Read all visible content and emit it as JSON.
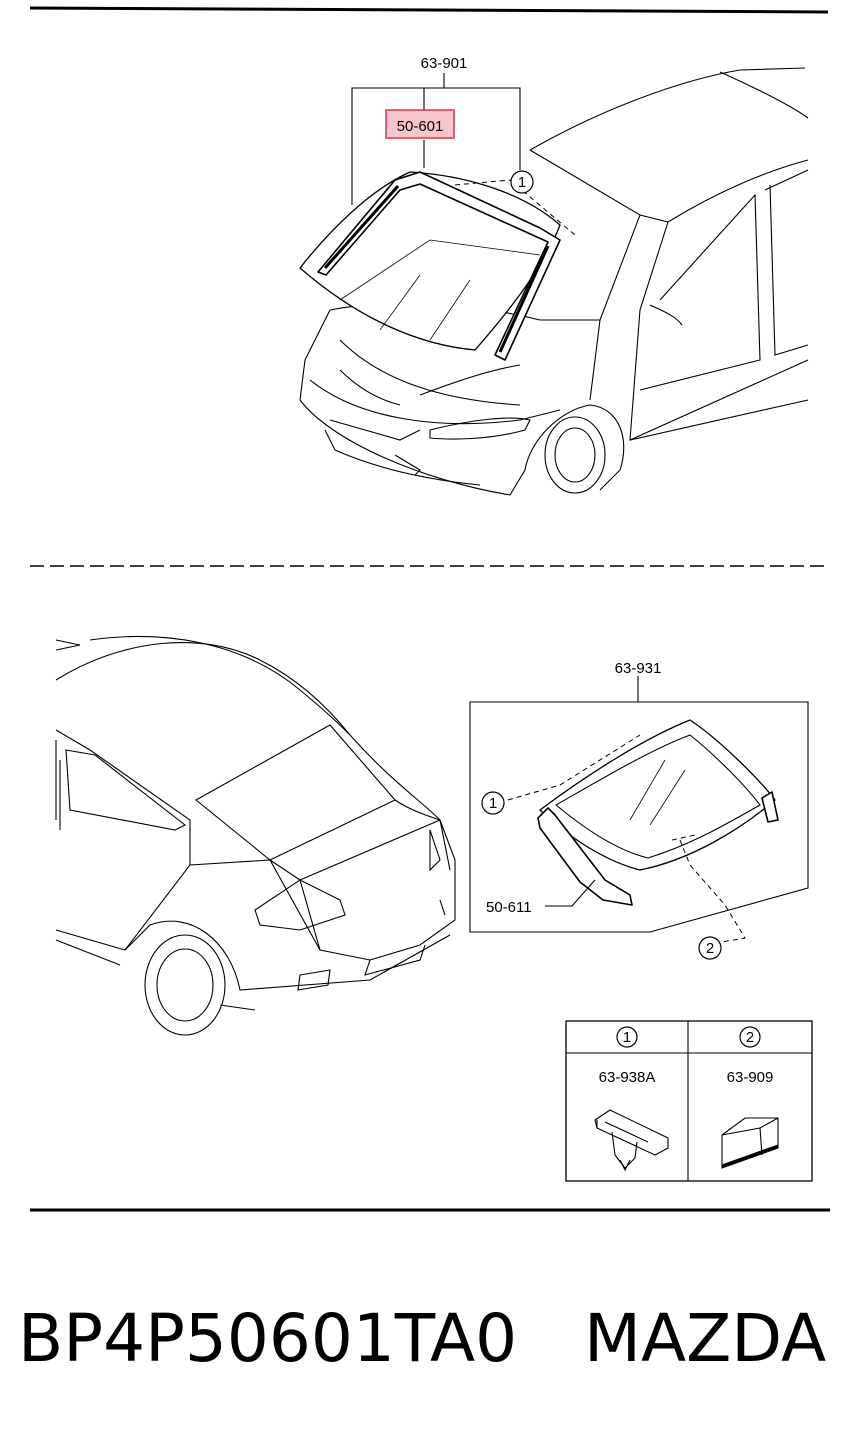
{
  "top_diagram": {
    "assembly_code": "63-901",
    "highlighted_part": "50-601",
    "callout": "1"
  },
  "bottom_diagram": {
    "assembly_code": "63-931",
    "part_code": "50-611",
    "callouts": [
      "1",
      "2"
    ]
  },
  "legend": {
    "items": [
      {
        "number": "1",
        "code": "63-938A"
      },
      {
        "number": "2",
        "code": "63-909"
      }
    ]
  },
  "caption": {
    "part_number": "BP4P50601TA0",
    "brand": "MAZDA"
  },
  "colors": {
    "highlight_fill": "#f7c6cc",
    "highlight_stroke": "#e0304a"
  }
}
